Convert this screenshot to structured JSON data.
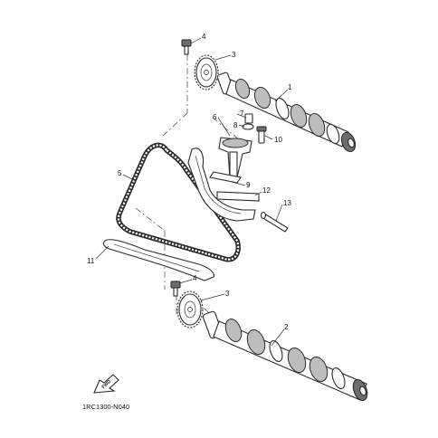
{
  "figure_code": "1RC1300-N040",
  "fwd_label": "FWD",
  "callouts": [
    "1",
    "2",
    "3",
    "3",
    "4",
    "4",
    "5",
    "6",
    "7",
    "8",
    "9",
    "10",
    "11",
    "12",
    "13"
  ]
}
